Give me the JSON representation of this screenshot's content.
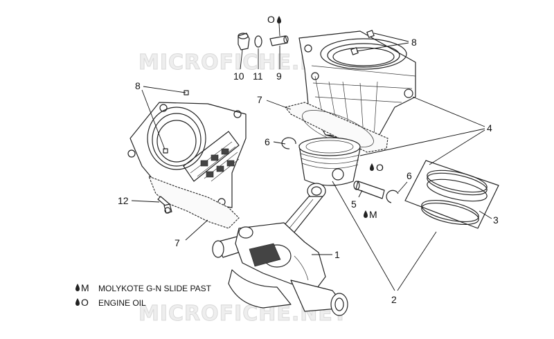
{
  "watermark": {
    "top": "MICROFICHE.NET",
    "bottom": "MICROFICHE.NET"
  },
  "callouts": {
    "c1": "1",
    "c2": "2",
    "c3": "3",
    "c4": "4",
    "c5": "5",
    "c6a": "6",
    "c6b": "6",
    "c7a": "7",
    "c7b": "7",
    "c8a": "8",
    "c8b": "8",
    "c9": "9",
    "c10": "10",
    "c11": "11",
    "c12": "12"
  },
  "lube_marks": {
    "oil_top": "O",
    "oil_piston": "O",
    "moly_pin": "M"
  },
  "legend": {
    "moly_symbol": "M",
    "moly_text": "MOLYKOTE G-N SLIDE PAST",
    "oil_symbol": "O",
    "oil_text": "ENGINE OIL"
  }
}
